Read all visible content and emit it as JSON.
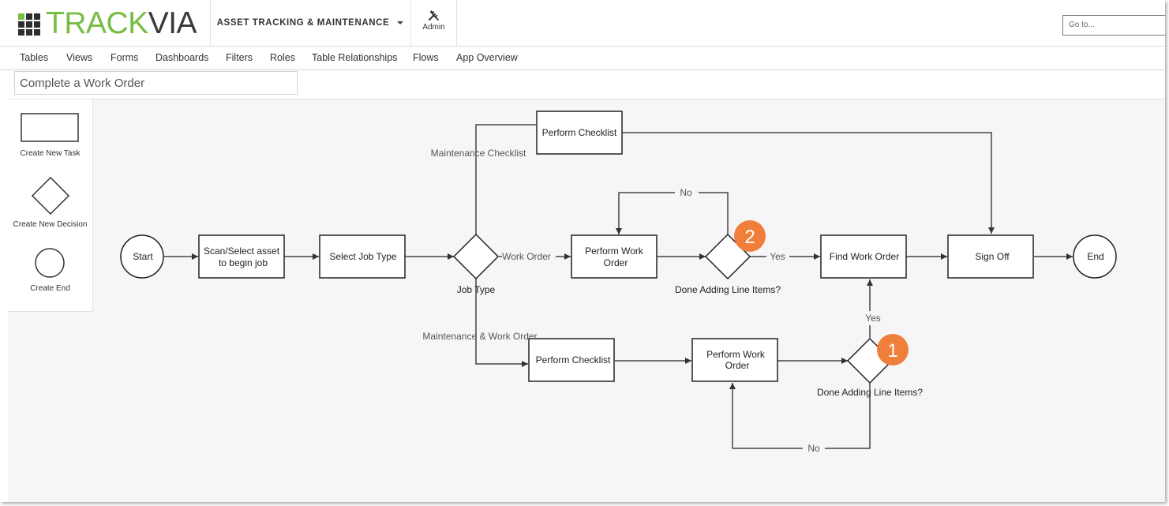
{
  "header": {
    "logo_prefix": "TRACK",
    "logo_suffix": "VIA",
    "app_name": "ASSET TRACKING & MAINTENANCE",
    "admin_label": "Admin",
    "goto_placeholder": "Go to..."
  },
  "nav": {
    "items": [
      "Tables",
      "Views",
      "Forms",
      "Dashboards",
      "Filters",
      "Roles",
      "Table Relationships",
      "Flows",
      "App Overview"
    ]
  },
  "flow_title": "Complete a Work Order",
  "palette": {
    "task_label": "Create New Task",
    "decision_label": "Create New Decision",
    "end_label": "Create End"
  },
  "flow": {
    "start": "Start",
    "scan": [
      "Scan/Select asset",
      "to begin job"
    ],
    "select_job_type": "Select Job Type",
    "job_type": "Job Type",
    "perform_checklist_top": "Perform Checklist",
    "maintenance_checklist": "Maintenance Checklist",
    "work_order_path": "Work Order",
    "perform_work_order_top": [
      "Perform Work",
      "Order"
    ],
    "done_adding_top": "Done Adding Line Items?",
    "no_top": "No",
    "yes_top": "Yes",
    "find_work_order": "Find Work Order",
    "sign_off": "Sign Off",
    "end": "End",
    "maintenance_and_work_order": "Maintenance & Work Order",
    "perform_checklist_bottom": "Perform Checklist",
    "perform_work_order_bottom": [
      "Perform Work",
      "Order"
    ],
    "done_adding_bottom": "Done Adding Line Items?",
    "yes_bottom": "Yes",
    "no_bottom": "No",
    "callout_1": "1",
    "callout_2": "2"
  },
  "colors": {
    "logo_green": "#78bd45",
    "callout_orange": "#ef7f3b",
    "canvas_bg": "#f6f6f8"
  }
}
